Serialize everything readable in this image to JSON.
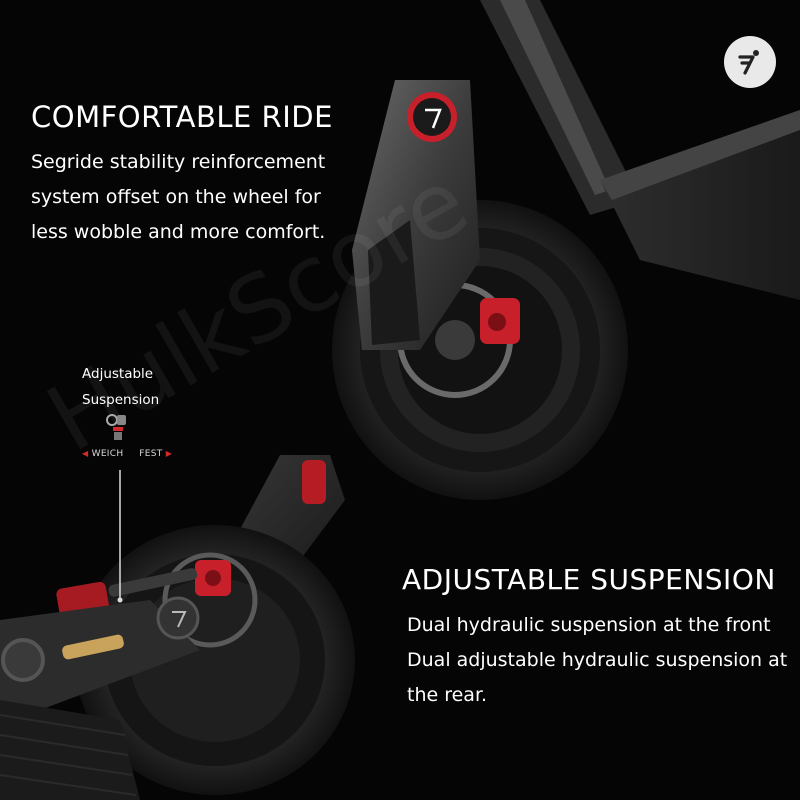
{
  "section_top": {
    "title": "COMFORTABLE RIDE",
    "lines": [
      "Segride stability reinforcement",
      "system offset on the wheel for",
      "less wobble and more comfort."
    ]
  },
  "section_bottom": {
    "title": "ADJUSTABLE SUSPENSION",
    "lines": [
      "Dual hydraulic suspension at the front",
      "Dual adjustable hydraulic suspension at",
      "the rear."
    ]
  },
  "adjuster_callout": {
    "label_line1": "Adjustable",
    "label_line2": "Suspension",
    "left_setting": "WEICH",
    "right_setting": "FEST"
  },
  "brand_logo_icon": "segway-logo-icon",
  "watermark_text": "HulkScore",
  "colors": {
    "background": "#050505",
    "accent_red": "#c8202a",
    "logo_badge": "#e9e9e9",
    "text": "#ffffff"
  }
}
